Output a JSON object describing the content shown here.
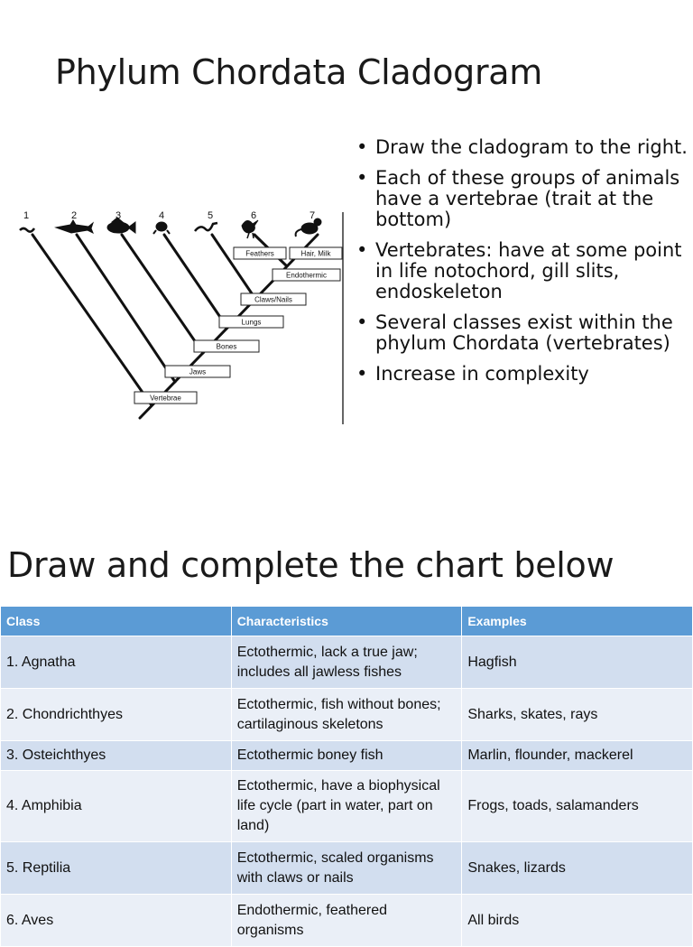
{
  "title": "Phylum Chordata Cladogram",
  "cladogram": {
    "numbers": [
      "1",
      "2",
      "3",
      "4",
      "5",
      "6",
      "7"
    ],
    "traits": [
      "Vertebrae",
      "Jaws",
      "Bones",
      "Lungs",
      "Claws/Nails",
      "Endothermic",
      "Feathers",
      "Hair, Milk"
    ],
    "colors": {
      "line": "#111111",
      "box_border": "#222222",
      "box_fill": "#ffffff"
    }
  },
  "bullets": [
    "Draw the cladogram to the right.",
    "Each of these groups of animals have a vertebrae (trait at the bottom)",
    "Vertebrates: have at some point in life notochord, gill slits, endoskeleton",
    "Several classes exist within the phylum Chordata (vertebrates)",
    "Increase in complexity"
  ],
  "bullet_glyph": "•",
  "section_title": "Draw and complete the chart below",
  "table": {
    "headers": [
      "Class",
      "Characteristics",
      "Examples"
    ],
    "rows": [
      [
        "1. Agnatha",
        "Ectothermic, lack a true jaw; includes all jawless fishes",
        "Hagfish"
      ],
      [
        "2. Chondrichthyes",
        "Ectothermic, fish without bones; cartilaginous skeletons",
        "Sharks, skates, rays"
      ],
      [
        "3. Osteichthyes",
        "Ectothermic boney fish",
        "Marlin, flounder, mackerel"
      ],
      [
        "4. Amphibia",
        "Ectothermic, have a biophysical life cycle (part in water, part on land)",
        "Frogs, toads, salamanders"
      ],
      [
        "5. Reptilia",
        "Ectothermic, scaled organisms with claws or nails",
        "Snakes, lizards"
      ],
      [
        "6. Aves",
        "Endothermic, feathered organisms",
        "All birds"
      ]
    ]
  },
  "colors": {
    "header_bg": "#5b9bd5",
    "row_odd": "#d2deef",
    "row_even": "#eaeff7"
  }
}
